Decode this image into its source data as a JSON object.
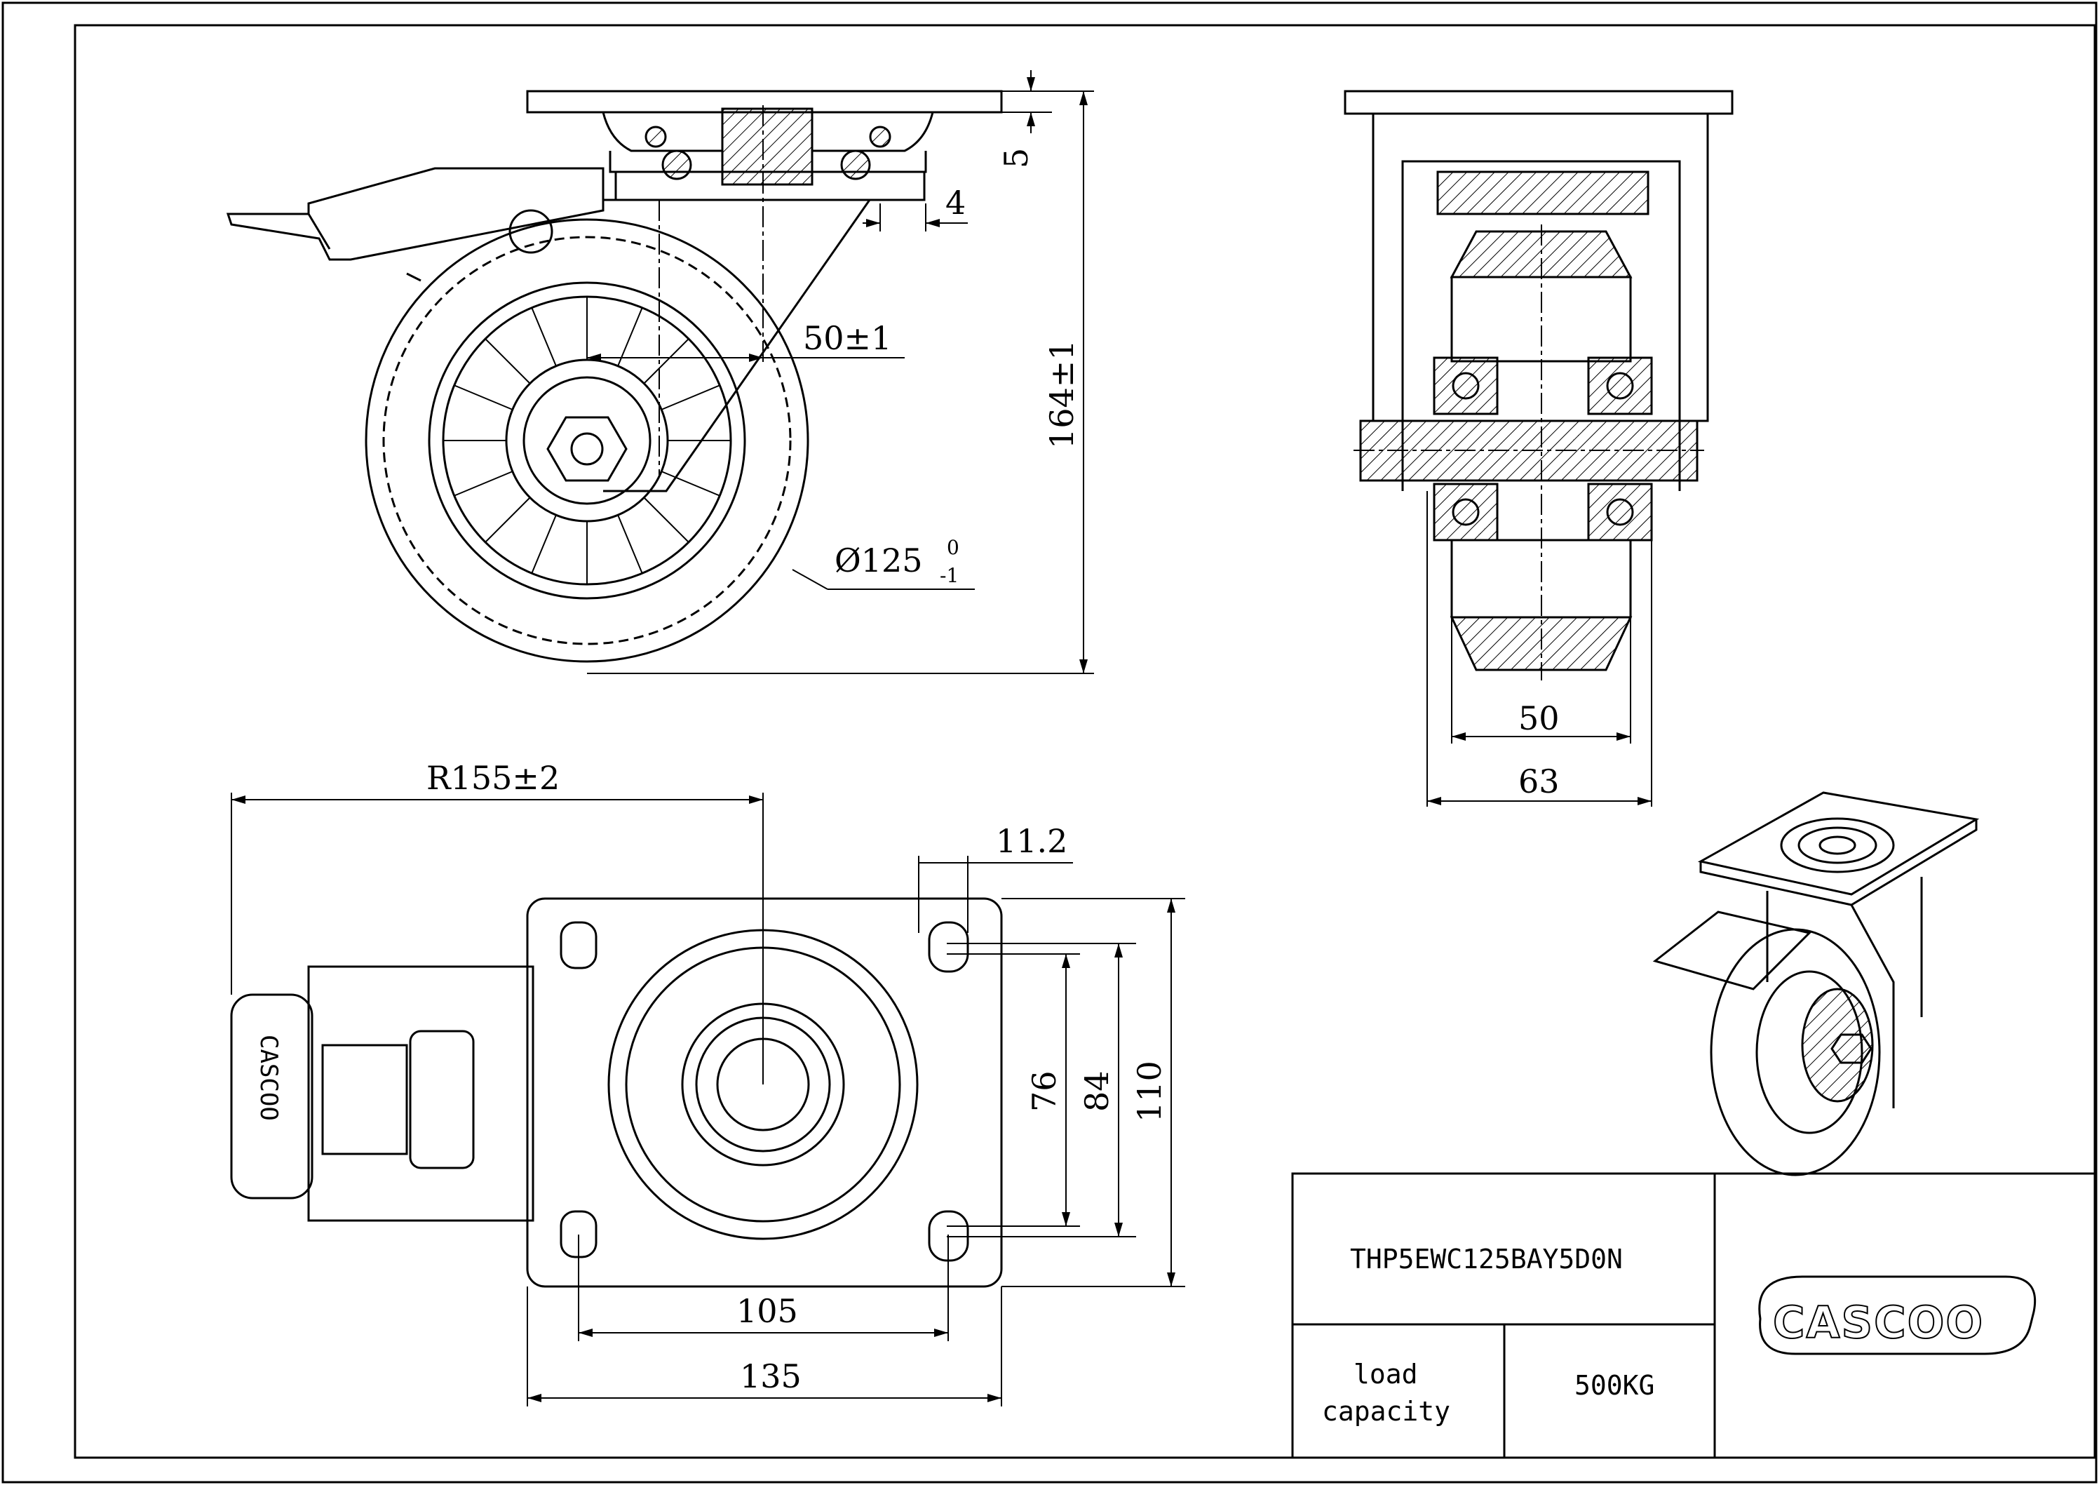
{
  "drawing": {
    "dimensions": {
      "flange_thickness": "5",
      "offset_gap": "4",
      "swivel_offset": "50±1",
      "overall_height": "164±1",
      "wheel_diameter": "Ø125",
      "wheel_diameter_tol_upper": "0",
      "wheel_diameter_tol_lower": "-1",
      "tread_width": "50",
      "fork_width": "63",
      "swivel_radius": "R155±2",
      "slot_width": "11.2",
      "bolt_spacing_inner": "76",
      "bolt_spacing_outer": "84",
      "plate_height": "110",
      "bolt_spacing_width": "105",
      "plate_width": "135"
    },
    "title_block": {
      "part_number": "THP5EWC125BAY5D0N",
      "load_label_line1": "load",
      "load_label_line2": "capacity",
      "load_value": "500KG",
      "logo_text": "CASCOO"
    },
    "brake_logo_text": "CASCOO"
  }
}
